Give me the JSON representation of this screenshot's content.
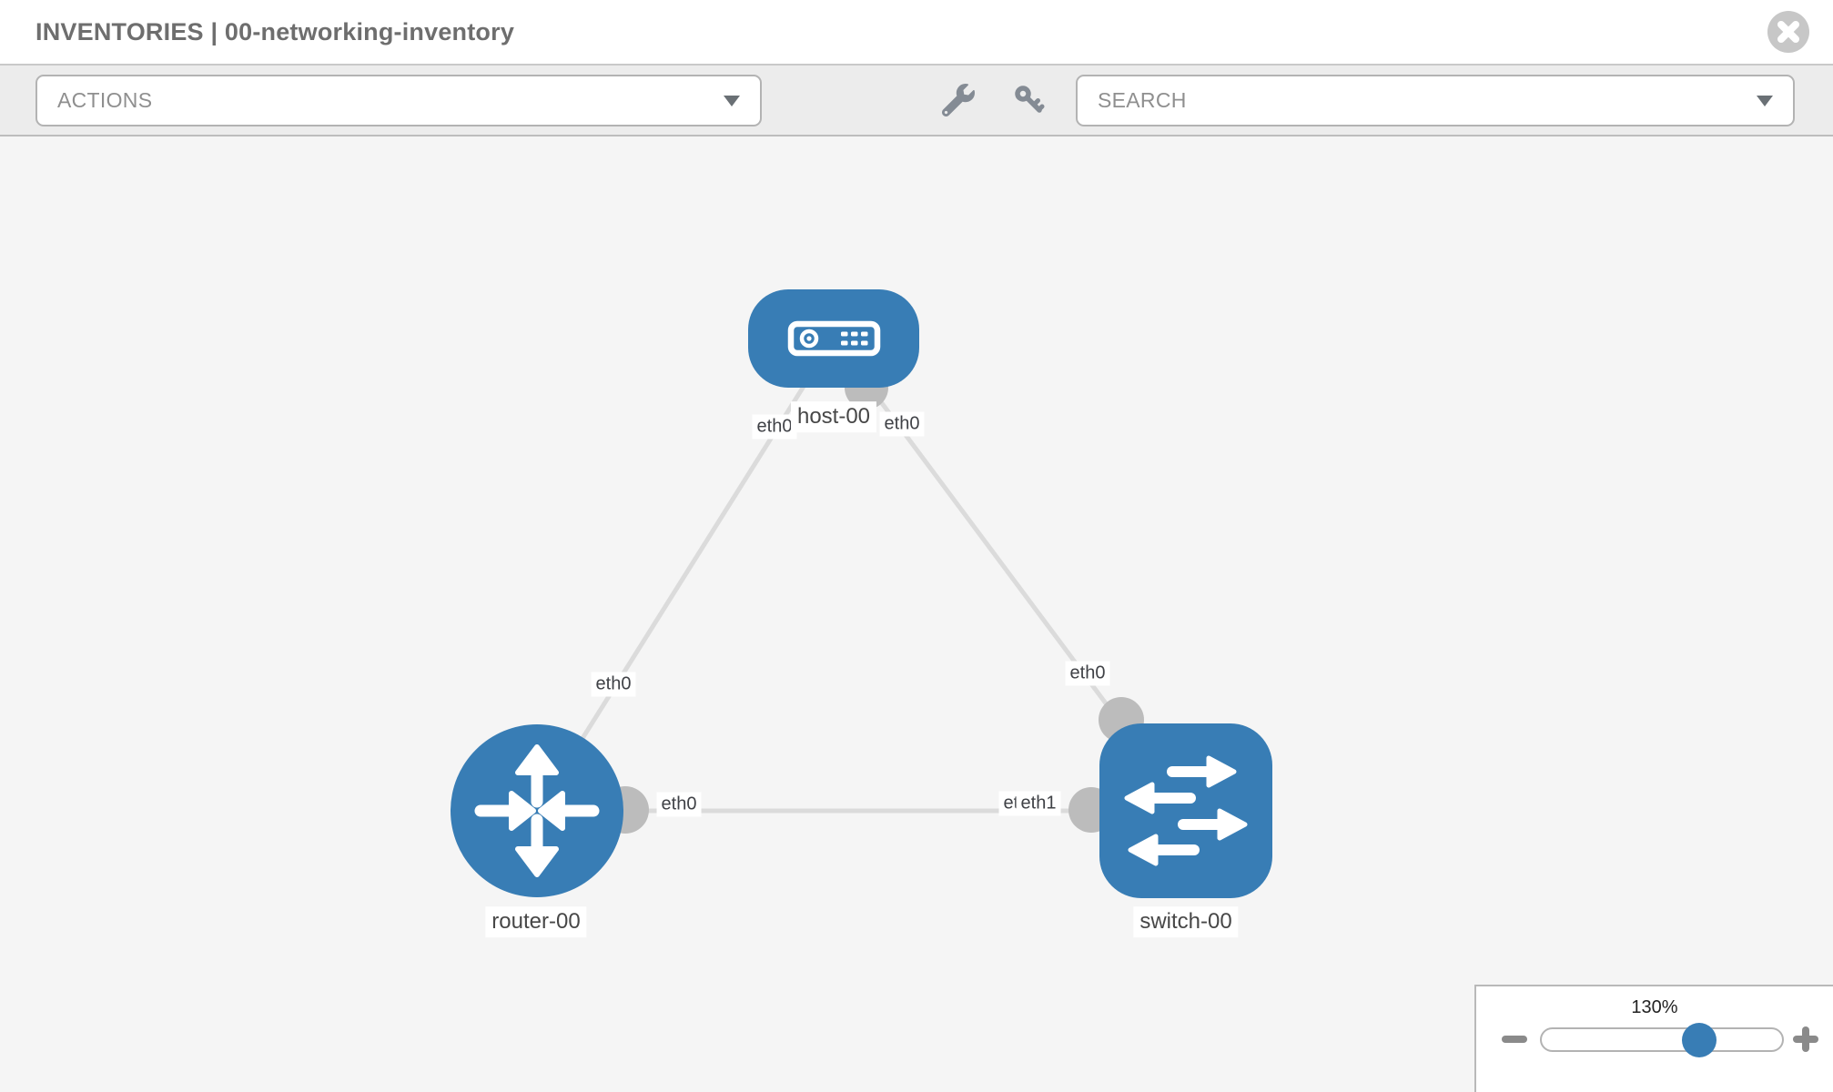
{
  "header": {
    "title": "INVENTORIES | 00-networking-inventory",
    "close_icon": "circle-x-icon"
  },
  "toolbar": {
    "actions": "ACTIONS",
    "search": "SEARCH",
    "icons": [
      "wrench-icon",
      "key-icon"
    ]
  },
  "topology": {
    "nodes": [
      {
        "name": "host-00",
        "type": "host"
      },
      {
        "name": "router-00",
        "type": "router"
      },
      {
        "name": "switch-00",
        "type": "switch"
      }
    ],
    "links": [
      {
        "from": "host-00",
        "to": "router-00",
        "from_if": "eth0",
        "to_if": "eth0"
      },
      {
        "from": "host-00",
        "to": "switch-00",
        "from_if": "eth0",
        "to_if": "eth0"
      },
      {
        "from": "router-00",
        "to": "switch-00",
        "from_if": "eth0",
        "to_if": "eth1"
      }
    ],
    "interface_labels": [
      "eth0",
      "eth0",
      "eth0",
      "eth0",
      "eth0",
      "eth0",
      "eth1"
    ]
  },
  "zoom": {
    "level": "130%"
  },
  "colors": {
    "node_blue": "#387db5",
    "link_gray": "#dbdbdb",
    "port_gray": "#bcbcbc",
    "canvas_bg": "#f5f5f5"
  }
}
